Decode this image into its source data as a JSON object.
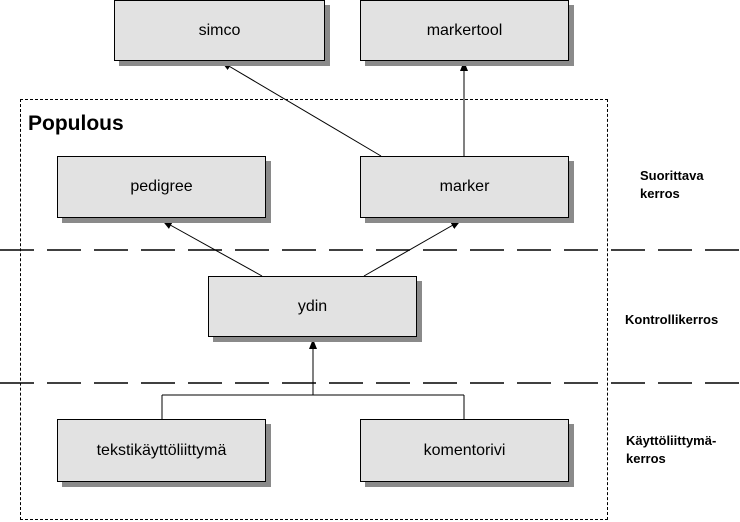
{
  "diagram": {
    "container": {
      "title": "Populous"
    },
    "components": {
      "simco": "simco",
      "markertool": "markertool",
      "pedigree": "pedigree",
      "marker": "marker",
      "ydin": "ydin",
      "tekstikayttoliittyma": "tekstikäyttöliittymä",
      "komentorivi": "komentorivi"
    },
    "layers": [
      {
        "line1": "Suorittava",
        "line2": "kerros"
      },
      {
        "line1": "Kontrollikerros",
        "line2": ""
      },
      {
        "line1": "Käyttöliittymä-",
        "line2": "kerros"
      }
    ],
    "colors": {
      "box_fill": "#e2e2e2",
      "box_shadow": "#8a8a8a",
      "line": "#000000"
    }
  }
}
